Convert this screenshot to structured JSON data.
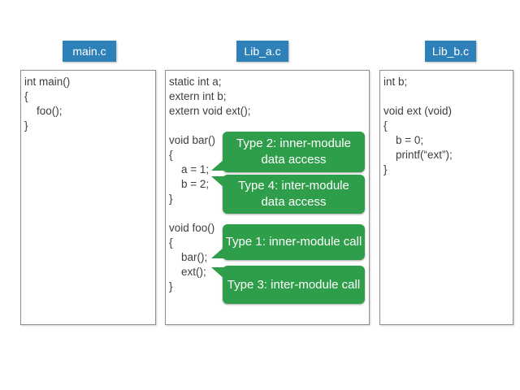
{
  "colors": {
    "header_blue": "#2e80b9",
    "callout_green": "#2f9e4a"
  },
  "panels": [
    {
      "label": "main.c",
      "code": [
        "int main()",
        "{",
        "    foo();",
        "}"
      ]
    },
    {
      "label": "Lib_a.c",
      "code": [
        "static int a;",
        "extern int b;",
        "extern void ext();",
        "",
        "void bar()",
        "{",
        "    a = 1;",
        "    b = 2;",
        "}",
        "",
        "void foo()",
        "{",
        "    bar();",
        "    ext();",
        "}"
      ]
    },
    {
      "label": "Lib_b.c",
      "code": [
        "int b;",
        "",
        "void ext (void)",
        "{",
        "    b = 0;",
        "    printf(“ext”);",
        "}"
      ]
    }
  ],
  "callouts": [
    {
      "label": "Type 2: inner-module data access",
      "points_to": "a = 1;"
    },
    {
      "label": "Type 4: inter-module data access",
      "points_to": "b = 2;"
    },
    {
      "label": "Type 1: inner-module call",
      "points_to": "bar();"
    },
    {
      "label": "Type 3: inter-module call",
      "points_to": "ext();"
    }
  ]
}
